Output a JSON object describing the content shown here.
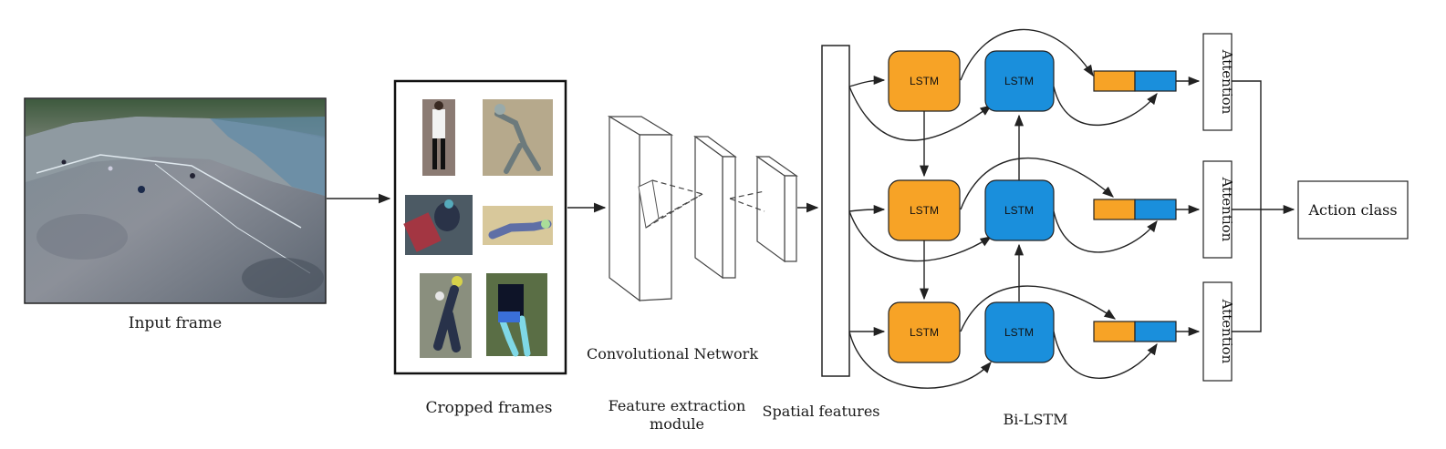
{
  "colors": {
    "lstm_forward": "#f7a326",
    "lstm_backward": "#1a8fdc",
    "stroke": "#222222",
    "text": "#1a1a1a"
  },
  "labels": {
    "input_frame": "Input frame",
    "cropped_frames": "Cropped frames",
    "convolutional_network": "Convolutional Network",
    "feature_extraction_line1": "Feature extraction",
    "feature_extraction_line2": "module",
    "spatial_features": "Spatial features",
    "bi_lstm": "Bi-LSTM",
    "action_class": "Action class"
  },
  "lstm_rows": [
    {
      "forward": "LSTM",
      "backward": "LSTM",
      "attention": "Attention"
    },
    {
      "forward": "LSTM",
      "backward": "LSTM",
      "attention": "Attention"
    },
    {
      "forward": "LSTM",
      "backward": "LSTM",
      "attention": "Attention"
    }
  ],
  "icons": {
    "input_frame": "aerial-field-photo",
    "crops": [
      "person-crop-icon",
      "person-crop-icon",
      "person-crop-icon",
      "person-crop-icon",
      "person-crop-icon",
      "person-crop-icon"
    ]
  }
}
